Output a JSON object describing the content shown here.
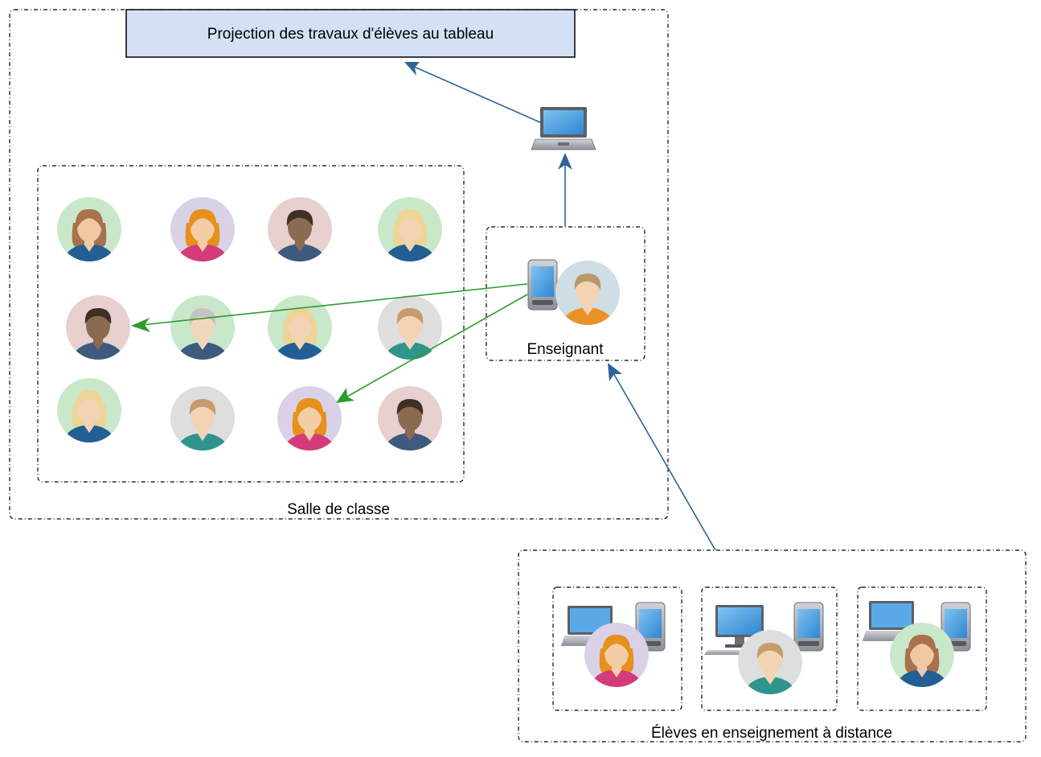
{
  "projection": {
    "label": "Projection des travaux d'élèves au tableau"
  },
  "classroom": {
    "label": "Salle de classe"
  },
  "teacher": {
    "label": "Enseignant"
  },
  "remote": {
    "label": "Élèves en enseignement à distance"
  },
  "palette": {
    "box_fill": "#d4e1f5",
    "arrow_blue": "#2f6496",
    "arrow_green": "#2d9c2d",
    "bg_green": "#c9e8c9",
    "bg_purple": "#d9d2e6",
    "bg_pink": "#e8d0cf",
    "bg_gray": "#dedede",
    "bg_bluegray": "#cfdde4"
  },
  "students": [
    {
      "bg": "#c9e8c9",
      "hair": "#a9714c",
      "skin": "#f0c9a4",
      "shirt": "#235f95",
      "style": "female"
    },
    {
      "bg": "#d9d2e6",
      "hair": "#e7901c",
      "skin": "#f2cda6",
      "shirt": "#d33b7a",
      "style": "female"
    },
    {
      "bg": "#e8d0cf",
      "hair": "#3f2f25",
      "skin": "#8a6b52",
      "shirt": "#3e5a7f",
      "style": "male"
    },
    {
      "bg": "#c9e8c9",
      "hair": "#ecd596",
      "skin": "#f2d3b4",
      "shirt": "#235f95",
      "style": "longhair"
    },
    {
      "bg": "#e8d0cf",
      "hair": "#3f2f25",
      "skin": "#8a6b52",
      "shirt": "#3e5a7f",
      "style": "male"
    },
    {
      "bg": "#c9e8c9",
      "hair": "#c4c4c4",
      "skin": "#f2d7bf",
      "shirt": "#3e5a7f",
      "style": "senior"
    },
    {
      "bg": "#c9e8c9",
      "hair": "#ecd596",
      "skin": "#f2d3b4",
      "shirt": "#235f95",
      "style": "longhair"
    },
    {
      "bg": "#dedede",
      "hair": "#c69c6d",
      "skin": "#f2d3b4",
      "shirt": "#2f948c",
      "style": "male"
    },
    {
      "bg": "#c9e8c9",
      "hair": "#ecd596",
      "skin": "#f2d3b4",
      "shirt": "#235f95",
      "style": "longhair"
    },
    {
      "bg": "#dedede",
      "hair": "#c69c6d",
      "skin": "#f2d3b4",
      "shirt": "#2f948c",
      "style": "male"
    },
    {
      "bg": "#d9d2e6",
      "hair": "#e7901c",
      "skin": "#f2cda6",
      "shirt": "#d33b7a",
      "style": "female"
    },
    {
      "bg": "#e8d0cf",
      "hair": "#3f2f25",
      "skin": "#8a6b52",
      "shirt": "#3e5a7f",
      "style": "male"
    }
  ],
  "teacher_avatar": {
    "bg": "#cfdde4",
    "hair": "#b89a6a",
    "skin": "#f2d3b4",
    "shirt": "#e8922a",
    "style": "male"
  },
  "remote_students": [
    {
      "bg": "#d9d2e6",
      "hair": "#e7901c",
      "skin": "#f2cda6",
      "shirt": "#d33b7a",
      "style": "female",
      "device": "laptop"
    },
    {
      "bg": "#dedede",
      "hair": "#c69c6d",
      "skin": "#f2d3b4",
      "shirt": "#2f948c",
      "style": "male",
      "device": "desktop"
    },
    {
      "bg": "#c9e8c9",
      "hair": "#a9714c",
      "skin": "#f0c9a4",
      "shirt": "#235f95",
      "style": "female",
      "device": "laptop"
    }
  ]
}
